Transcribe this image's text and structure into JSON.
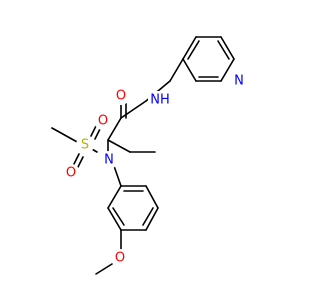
{
  "colors": {
    "background": "#ffffff",
    "bond": "#000000",
    "carbon": "#000000",
    "oxygen": "#ff0000",
    "nitrogen": "#0000ff",
    "sulfur": "#b3b300"
  },
  "atoms": [
    {
      "id": "n_pyr",
      "text": "N",
      "element": "nitrogen"
    },
    {
      "id": "o_amide",
      "text": "O",
      "element": "oxygen"
    },
    {
      "id": "nh_amide",
      "text": "NH",
      "element": "nitrogen"
    },
    {
      "id": "s",
      "text": "S",
      "element": "sulfur"
    },
    {
      "id": "o_s1",
      "text": "O",
      "element": "oxygen"
    },
    {
      "id": "o_s2",
      "text": "O",
      "element": "oxygen"
    },
    {
      "id": "n_sulfonamide",
      "text": "N",
      "element": "nitrogen"
    },
    {
      "id": "o_methoxy",
      "text": "O",
      "element": "oxygen"
    }
  ]
}
